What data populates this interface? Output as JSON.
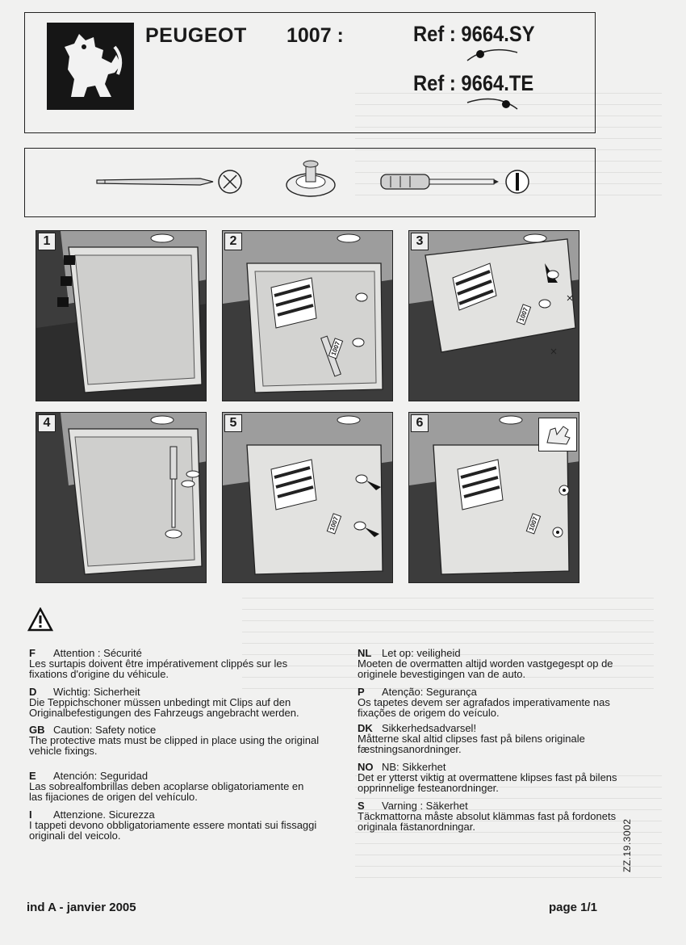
{
  "header": {
    "brand": "PEUGEOT",
    "model": "1007 :",
    "refs": [
      "Ref : 9664.SY",
      "Ref : 9664.TE"
    ]
  },
  "steps": [
    "1",
    "2",
    "3",
    "4",
    "5",
    "6"
  ],
  "panel_labels": {
    "mat_tag": "1007"
  },
  "warnings": {
    "left": [
      {
        "code": "F",
        "heading": "Attention :  Sécurité",
        "text": "Les surtapis doivent être impérativement clippés sur les fixations d'origine du véhicule."
      },
      {
        "code": "D",
        "heading": "Wichtig: Sicherheit",
        "text": "Die Teppichschoner müssen unbedingt mit Clips auf den Originalbefestigungen des Fahrzeugs angebracht werden."
      },
      {
        "code": "GB",
        "heading": "Caution: Safety notice",
        "text": "The protective mats must be clipped in place using the original vehicle fixings."
      },
      {
        "code": "E",
        "heading": "Atención: Seguridad",
        "text": "Las sobrealfombrillas deben acoplarse obligatoriamente en las fijaciones de origen del vehículo."
      },
      {
        "code": "I",
        "heading": "Attenzione. Sicurezza",
        "text": "I tappeti devono obbligatoriamente essere montati sui fissaggi originali del veicolo."
      }
    ],
    "right": [
      {
        "code": "NL",
        "heading": "Let op: veiligheid",
        "text": "Moeten de overmatten altijd worden vastgegespt op de originele bevestigingen van de auto."
      },
      {
        "code": "P",
        "heading": "Atenção: Segurança",
        "text": "Os tapetes devem ser agrafados imperativamente nas fixações de origem do veículo."
      },
      {
        "code": "DK",
        "heading": "Sikkerhedsadvarsel!",
        "text": "Måtterne skal altid clipses fast på bilens originale fæstningsanordninger."
      },
      {
        "code": "NO",
        "heading": "NB: Sikkerhet",
        "text": "Det er ytterst viktig at overmattene klipses fast på bilens opprinnelige festeanordninger."
      },
      {
        "code": "S",
        "heading": "Varning : Säkerhet",
        "text": "Täckmattorna måste absolut klämmas fast på fordonets originala fästanordningar."
      }
    ]
  },
  "footer": {
    "revision": "ind A - janvier 2005",
    "page": "page 1/1",
    "doc_code": "ZZ.19.3002"
  },
  "icons": [
    "peugeot-lion-logo",
    "screwdriver-icon",
    "clip-icon",
    "warning-triangle-icon",
    "hand-icon"
  ]
}
